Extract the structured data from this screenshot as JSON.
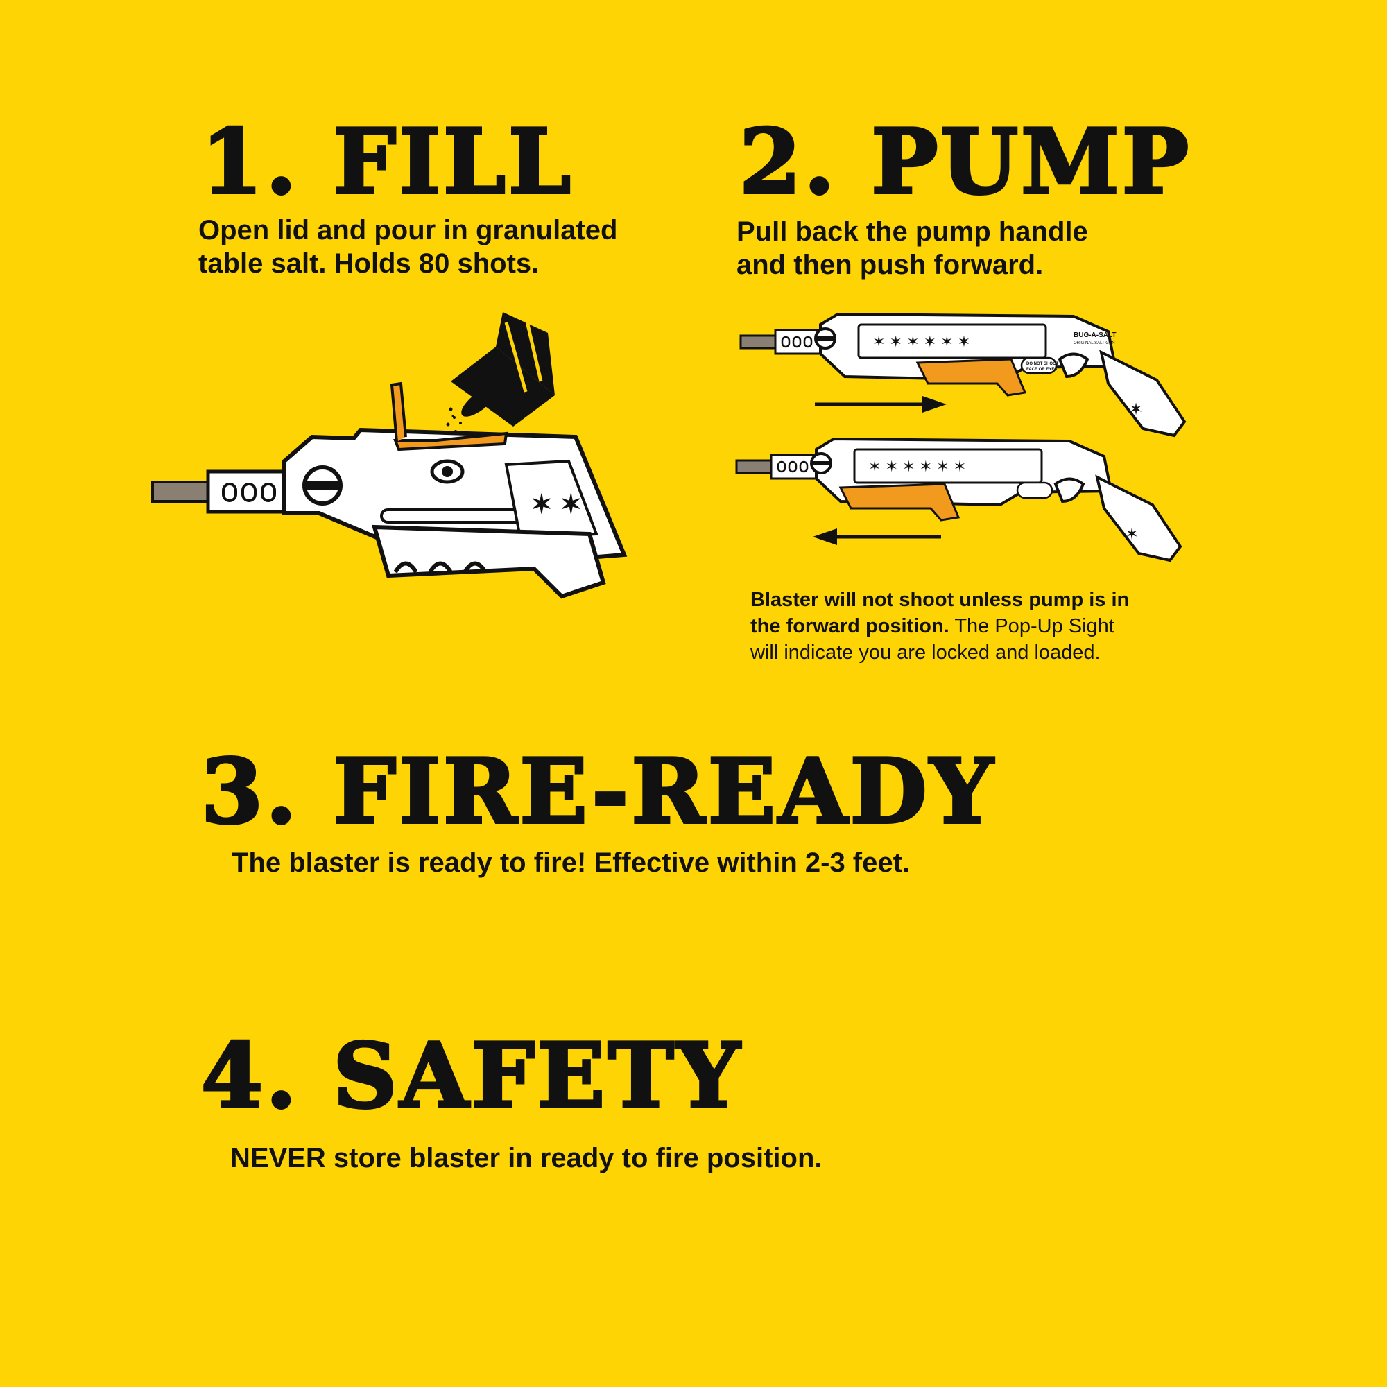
{
  "step1": {
    "heading": "1. FILL",
    "line1": "Open lid and pour in granulated",
    "line2": "table salt. Holds 80 shots."
  },
  "step2": {
    "heading": "2. PUMP",
    "line1": "Pull back the pump handle",
    "line2": "and then push forward.",
    "note_bold_line1": "Blaster will not shoot unless pump is in",
    "note_bold_line2": "the forward position.",
    "note_rest_line2": " The Pop-Up Sight",
    "note_line3": "will indicate you are locked and loaded.",
    "gun_brand": "BUG-A-SALT",
    "gun_tagline": "ORIGINAL SALT GUN",
    "gun_warning_line1": "DO NOT SHOOT IN",
    "gun_warning_line2": "FACE OR EYES!"
  },
  "step3": {
    "heading": "3. FIRE-READY",
    "line1": "The blaster is ready to fire! Effective within 2-3 feet."
  },
  "step4": {
    "heading": "4. SAFETY",
    "line1": "NEVER store blaster in ready to fire position."
  },
  "colors": {
    "background": "#FFD404",
    "ink": "#111111",
    "accent_orange": "#F29A1E",
    "gun_body": "#FFFFFF"
  },
  "icons": [
    "salt-shaker-icon",
    "salt-gun-fill-illustration",
    "salt-gun-pulled-illustration",
    "salt-gun-forward-illustration",
    "arrow-right-icon",
    "arrow-left-icon"
  ]
}
